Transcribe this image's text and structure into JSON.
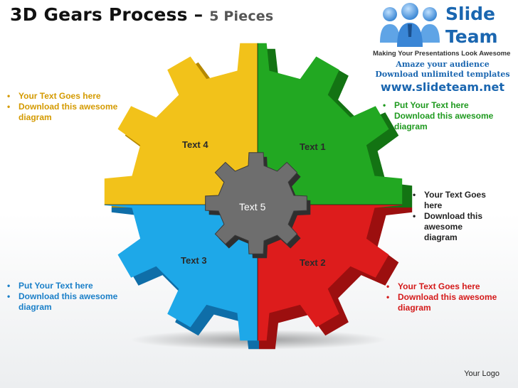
{
  "header": {
    "title": "3D Gears Process –",
    "subtitle": "5 Pieces"
  },
  "brand": {
    "name_line1": "Slide",
    "name_line2": "Team",
    "tagline": "Making Your Presentations Look Awesome",
    "promo_line1": "Amaze your audience",
    "promo_line2": "Download unlimited templates",
    "url": "www.slideteam.net"
  },
  "diagram": {
    "pieces": [
      {
        "id": "text-1",
        "label": "Text 1",
        "color": "#22a822"
      },
      {
        "id": "text-2",
        "label": "Text 2",
        "color": "#dd1c1c"
      },
      {
        "id": "text-3",
        "label": "Text 3",
        "color": "#1ea8e8"
      },
      {
        "id": "text-4",
        "label": "Text 4",
        "color": "#f2c21a"
      },
      {
        "id": "text-5",
        "label": "Text 5",
        "color": "#6e6e6e"
      }
    ]
  },
  "bullets": {
    "top_left": [
      "Your Text Goes here",
      "Download this awesome diagram"
    ],
    "top_right": [
      "Put Your Text  here",
      "Download this awesome diagram"
    ],
    "mid_right": [
      "Your Text Goes here",
      "Download this awesome diagram"
    ],
    "bottom_left": [
      "Put Your Text  here",
      "Download this awesome diagram"
    ],
    "bottom_right": [
      "Your Text Goes here",
      "Download this awesome diagram"
    ]
  },
  "footer": {
    "logo_text": "Your Logo"
  },
  "icons": [
    "people-group-icon"
  ]
}
